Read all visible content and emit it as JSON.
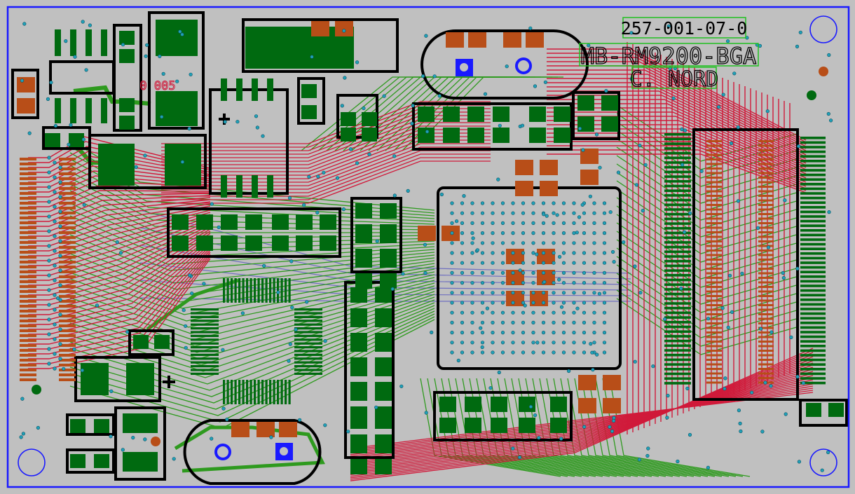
{
  "board": {
    "part_number": "257-001-07-0",
    "name": "MB-RM9200-BGA",
    "author": "C. NORD",
    "ic_label": "0 005"
  },
  "colors": {
    "background": "#c0c0c0",
    "outline": "#1a1aff",
    "copper_top": "#d01a3a",
    "copper_bottom": "#2e9a1e",
    "pad_top": "#b84e18",
    "pad_bottom": "#006a10",
    "silkscreen": "#000000",
    "via": "#20a0b8",
    "inner_layer": "#7070c0",
    "text_frame": "#20c020"
  }
}
